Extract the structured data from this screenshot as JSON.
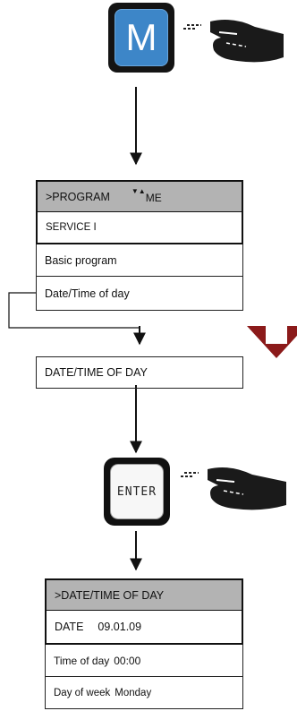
{
  "keys": {
    "menu_key": "M",
    "enter_key": "ENTER"
  },
  "menu_display": {
    "title": ">PROGRAM",
    "indicator": "ME",
    "row1": "SERVICE I",
    "row2": "Basic program",
    "row3": "Date/Time of day"
  },
  "result_display": {
    "title": "DATE/TIME OF DAY"
  },
  "date_display": {
    "title": ">DATE/TIME OF DAY",
    "date_label": "DATE",
    "date_value": "09.01.09",
    "time_label": "Time of day",
    "time_value": "00:00",
    "weekday_label": "Day of week",
    "weekday_value": "Monday"
  },
  "colors": {
    "key_blue": "#3d86c8",
    "highlight_gray": "#b3b3b3",
    "arrow_red": "#8b1a1a"
  }
}
